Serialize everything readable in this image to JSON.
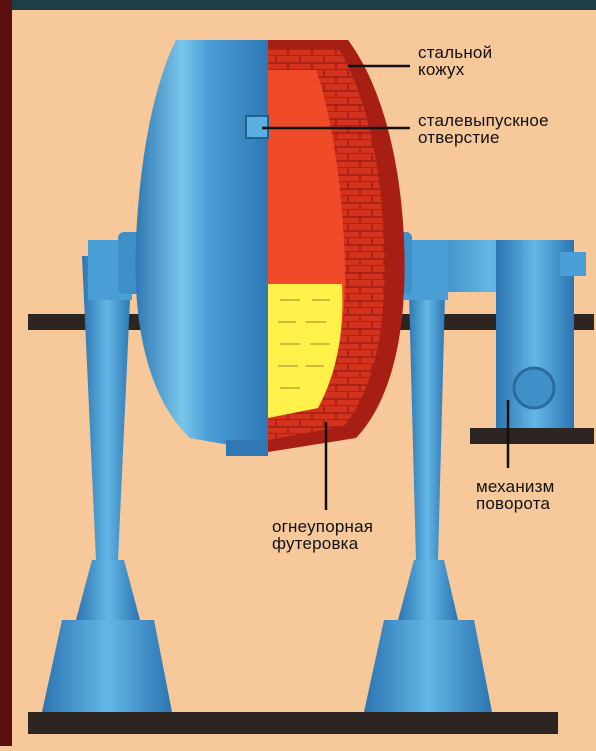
{
  "diagram": {
    "labels": {
      "shell": "стальной\nкожух",
      "tap_hole": "сталевыпускное\nотверстие",
      "lining": "огнеупорная\nфутеровка",
      "rotation": "механизм\nповорота"
    },
    "colors": {
      "background": "#f6c89a",
      "frame": "#5a0f10",
      "shell_blue": "#3f8fc8",
      "shell_light": "#8fd0ec",
      "brick_red": "#d2321e",
      "brick_dark": "#9e1f14",
      "molten_yellow": "#fff14a",
      "rail_dark": "#2c2522"
    }
  }
}
